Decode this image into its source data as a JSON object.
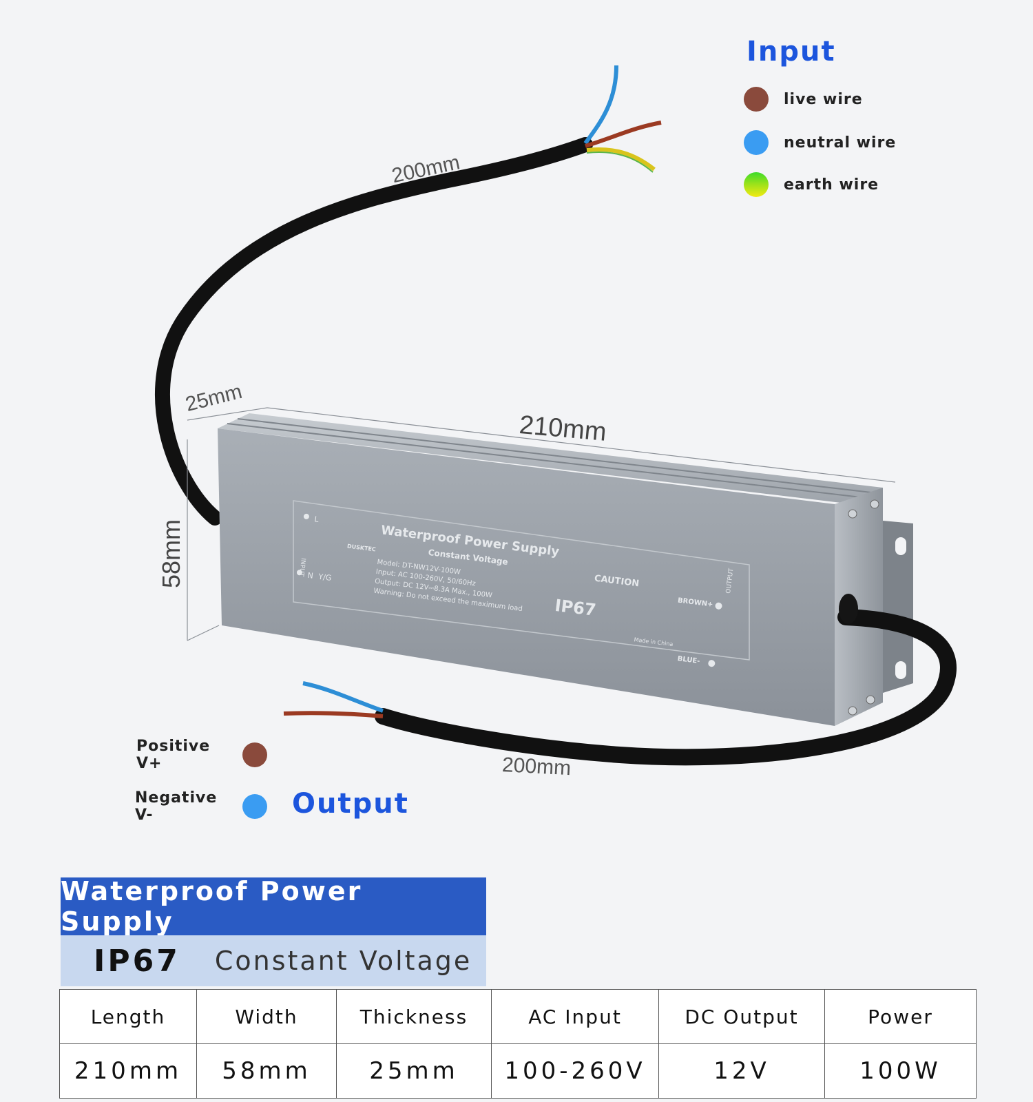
{
  "input_legend": {
    "title": "Input",
    "items": [
      {
        "label": "live wire",
        "color": "#8a4a3c"
      },
      {
        "label": "neutral wire",
        "color": "#3a9cf2"
      },
      {
        "label": "earth wire",
        "color": "#9fe21a"
      }
    ]
  },
  "output_legend": {
    "title": "Output",
    "items": [
      {
        "label": "Positive V+",
        "color": "#8a4a3c"
      },
      {
        "label": "Negative V-",
        "color": "#3a9cf2"
      }
    ]
  },
  "dimensions": {
    "input_cable": "200mm",
    "output_cable": "200mm",
    "length": "210mm",
    "depth": "25mm",
    "height": "58mm"
  },
  "device_label": {
    "brand": "DUSKTEC",
    "title": "Waterproof Power Supply",
    "subtitle": "Constant Voltage",
    "model": "Model: DT-NW12V-100W",
    "input": "Input: AC 100-260V, 50/60Hz",
    "output": "Output: DC 12V⎓8.3A Max., 100W",
    "warning": "Warning: Do not exceed the maximum load",
    "caution": "CAUTION",
    "ip": "IP67",
    "made_in": "Made in China",
    "brown": "BROWN+",
    "blue": "BLUE-",
    "input_side": "INPUT",
    "output_side": "OUTPUT",
    "pin_l": "L",
    "pin_n": "N",
    "pin_yg": "Y/G"
  },
  "banner": {
    "title": "Waterproof Power Supply",
    "rating": "IP67",
    "mode": "Constant Voltage"
  },
  "specs": {
    "headers": [
      "Length",
      "Width",
      "Thickness",
      "AC Input",
      "DC Output",
      "Power"
    ],
    "values": [
      "210mm",
      "58mm",
      "25mm",
      "100-260V",
      "12V",
      "100W"
    ]
  }
}
